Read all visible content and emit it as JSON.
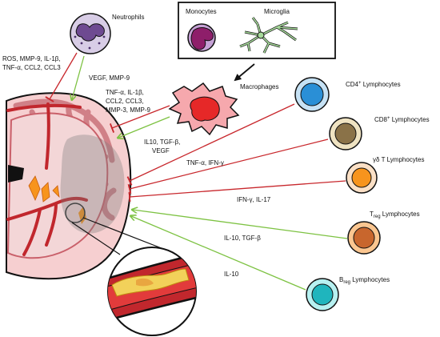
{
  "cells": {
    "neutrophils": "Neutrophils",
    "monocytes": "Monocytes",
    "microglia": "Microglia",
    "macrophages": "Macrophages",
    "cd4": {
      "main": "CD4",
      "sup": "+",
      "rest": " Lymphocytes"
    },
    "cd8": {
      "main": "CD8",
      "sup": "+",
      "rest": " Lymphocytes"
    },
    "gd": "γδ T Lymphocytes",
    "treg": {
      "main": "T",
      "sub": "reg",
      "rest": " Lymphocytes"
    },
    "breg": {
      "main": "B",
      "sub": "reg",
      "rest": " Lymphocytes"
    }
  },
  "mediators": {
    "neutro_harm": [
      "ROS, MMP-9, IL-1β,",
      "TNF-α, CCL2, CCL3"
    ],
    "neutro_protect": "VEGF, MMP-9",
    "macro_harm": [
      "TNF-α, IL-1β,",
      "CCL2, CCL3,",
      "MMP-3, MMP-9"
    ],
    "macro_protect": [
      "IL10, TGF-β,",
      "VEGF"
    ],
    "cd_harm": "TNF-α, IFN-γ",
    "gd_harm": "IFN-γ, IL-17",
    "treg_protect": "IL-10, TGF-β",
    "breg_protect": "IL-10"
  },
  "colors": {
    "inhibit": "#c8282d",
    "promote": "#7dc242",
    "brain_outer": "#f6cfd0",
    "brain_inner": "#c9606a",
    "vessel": "#c1272d",
    "ventricle_orange": "#f7941d"
  }
}
